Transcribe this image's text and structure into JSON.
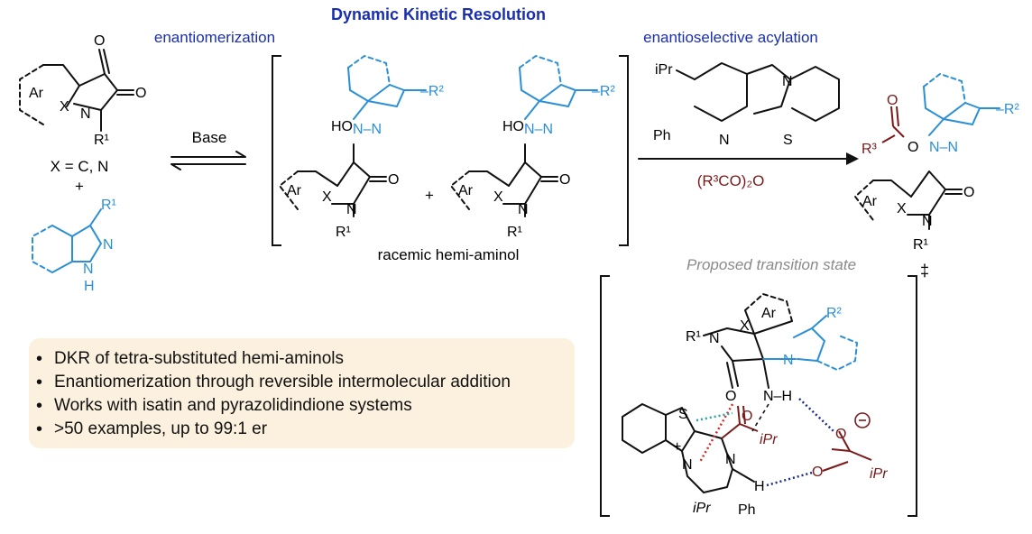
{
  "title": "Dynamic Kinetic Resolution",
  "step_labels": {
    "enantiomerization": "enantiomerization",
    "acylation": "enantioselective acylation"
  },
  "reagents": {
    "base": "Base",
    "anhydride": "(R³CO)₂O",
    "x_def": "X = C, N",
    "plus": "+"
  },
  "intermediate_caption": "racemic hemi-aminol",
  "ts_caption": "Proposed transition state",
  "ts_mark": "‡",
  "atoms": {
    "ar": "Ar",
    "x": "X",
    "n": "N",
    "o": "O",
    "s": "S",
    "h": "H",
    "ho": "HO",
    "r1": "R¹",
    "r2": "R²",
    "r3": "R³",
    "ipr": "iPr",
    "ph": "Ph",
    "minus_r2": "–R²",
    "nh": "N",
    "nh_h": "H",
    "nn": "N–N",
    "hn": "N–H"
  },
  "summary": [
    "DKR of tetra-substituted hemi-aminols",
    "Enantiomerization through reversible intermolecular addition",
    "Works with isatin and pyrazolidindione systems",
    ">50 examples, up to 99:1 er"
  ],
  "colors": {
    "title": "#1a2fb0",
    "label_blue": "#1a2fb0",
    "indazole": "#2b8fd6",
    "acyl": "#7a1a1a",
    "caption_gray": "#8a8a8a",
    "summary_bg": "#fbf1de",
    "hbond": "#1a2a8a",
    "interaction_red": "#d02a2a",
    "interaction_teal": "#2aa0a0"
  }
}
